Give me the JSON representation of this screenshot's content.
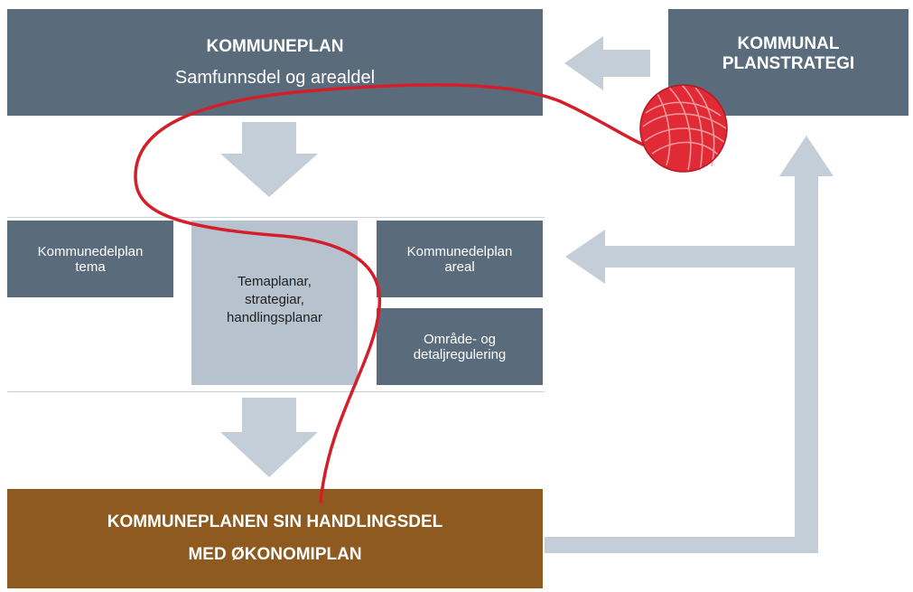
{
  "main_plan": {
    "title": "KOMMUNEPLAN",
    "subtitle": "Samfunnsdel og arealdel"
  },
  "strategy": {
    "line1": "KOMMUNAL",
    "line2": "PLANSTRATEGI"
  },
  "theme_plan": {
    "line1": "Kommunedelplan",
    "line2": "tema"
  },
  "topic_plans": {
    "line1": "Temaplanar,",
    "line2": "strategiar,",
    "line3": "handlingsplanar"
  },
  "area_plan": {
    "line1": "Kommunedelplan",
    "line2": "areal"
  },
  "zoning": {
    "line1": "Område- og",
    "line2": "detaljregulering"
  },
  "action_part": {
    "line1": "KOMMUNEPLANEN SIN HANDLINGSDEL",
    "line2": "MED ØKONOMIPLAN"
  },
  "colors": {
    "dark_box": "#5a6b7c",
    "light_box": "#b6c3cf",
    "brown_box": "#8e5a1f",
    "arrow": "#c3ced8",
    "thread": "#d41f2a"
  },
  "icons": {
    "yarn": "yarn-ball-icon"
  }
}
